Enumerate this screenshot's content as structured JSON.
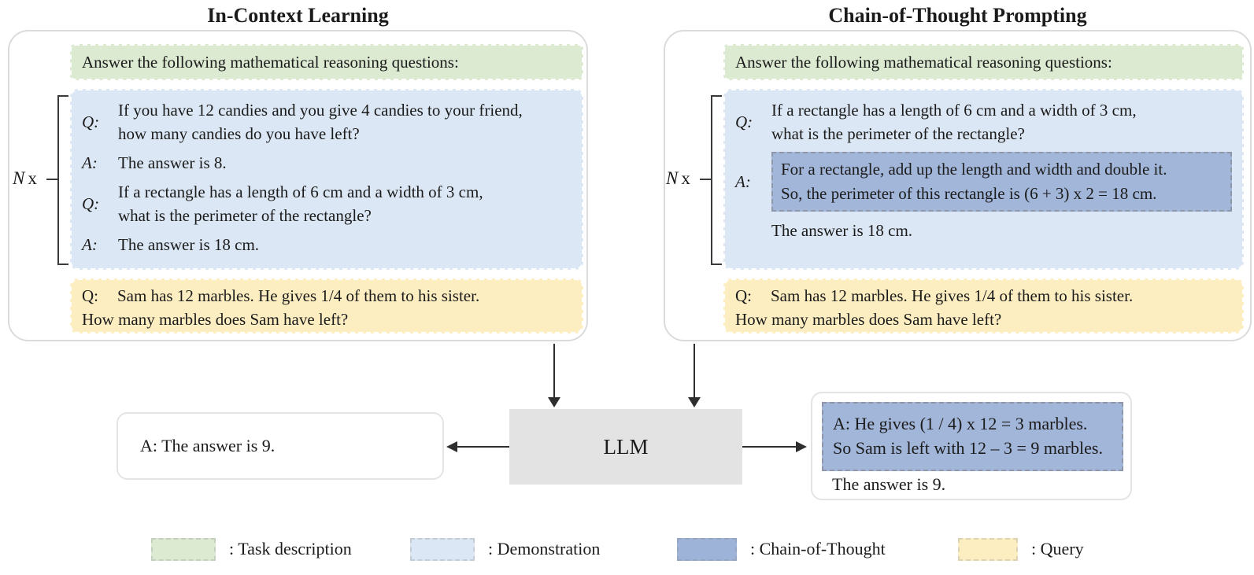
{
  "left_panel": {
    "title": "In-Context Learning",
    "task_description": "Answer the following mathematical reasoning questions:",
    "n_label": "N",
    "times_label": "x",
    "demonstration": [
      {
        "label": "Q:",
        "lines": [
          "If you have 12 candies and you give 4 candies to your friend,",
          "how many candies do you have left?"
        ]
      },
      {
        "label": "A:",
        "lines": [
          "The answer is 8."
        ]
      },
      {
        "label": "Q:",
        "lines": [
          "If a rectangle has a length of 6 cm and a width of 3 cm,",
          "what is the perimeter of the rectangle?"
        ]
      },
      {
        "label": "A:",
        "lines": [
          "The answer is 18 cm."
        ]
      }
    ],
    "query": {
      "label": "Q:",
      "line1": "Sam has 12 marbles. He gives 1/4 of them to his sister.",
      "line2": "How many marbles does Sam have left?"
    }
  },
  "right_panel": {
    "title": "Chain-of-Thought Prompting",
    "task_description": "Answer the following mathematical reasoning questions:",
    "n_label": "N",
    "times_label": "x",
    "question": {
      "label": "Q:",
      "lines": [
        "If a rectangle has a length of 6 cm and a width of 3 cm,",
        "what is the perimeter of the rectangle?"
      ]
    },
    "answer_label": "A:",
    "chain_of_thought": {
      "line1": "For a rectangle, add up the length and width and double it.",
      "line2": "So, the perimeter of this rectangle is (6 + 3) x 2 = 18 cm."
    },
    "answer_text": "The answer is 18 cm.",
    "query": {
      "label": "Q:",
      "line1": "Sam has 12 marbles. He gives 1/4 of them to his sister.",
      "line2": "How many marbles does Sam have left?"
    }
  },
  "llm_label": "LLM",
  "icl_output": "A: The answer is 9.",
  "cot_output": {
    "line1": "A: He gives (1 / 4) x 12 = 3 marbles.",
    "line2": "So Sam is left with 12 – 3 = 9 marbles.",
    "final": "The answer is 9."
  },
  "legend": [
    {
      "label": ": Task description",
      "color": "#dcead2"
    },
    {
      "label": ": Demonstration",
      "color": "#dbe7f4"
    },
    {
      "label": ": Chain-of-Thought",
      "color": "#9db3d8"
    },
    {
      "label": ": Query",
      "color": "#fdeec2"
    }
  ],
  "colors": {
    "task_description": "#dcead2",
    "demonstration": "#dbe7f4",
    "chain_of_thought": "#a2b6d9",
    "query": "#fdeec2",
    "llm_box": "#e3e3e3"
  }
}
